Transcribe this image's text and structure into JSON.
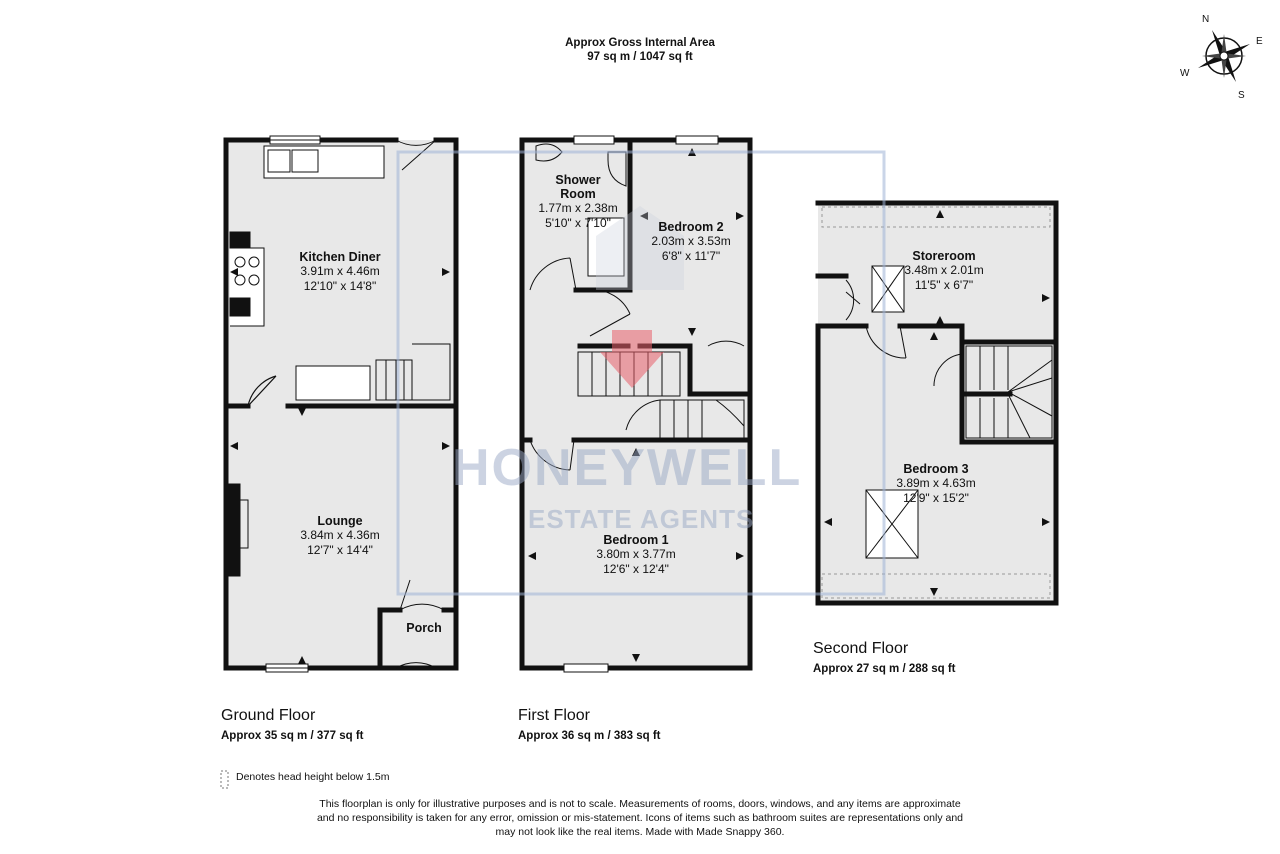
{
  "header": {
    "title": "Approx Gross Internal Area",
    "area": "97 sq m / 1047 sq ft"
  },
  "compass": {
    "n": "N",
    "e": "E",
    "s": "S",
    "w": "W"
  },
  "watermark": {
    "line1": "HONEYWELL",
    "line2": "ESTATE AGENTS"
  },
  "floors": {
    "ground": {
      "name": "Ground Floor",
      "area": "Approx 35 sq m / 377 sq ft",
      "rooms": [
        {
          "name": "Kitchen Diner",
          "metric": "3.91m x 4.46m",
          "imperial": "12'10\" x 14'8\""
        },
        {
          "name": "Lounge",
          "metric": "3.84m x 4.36m",
          "imperial": "12'7\" x 14'4\""
        },
        {
          "name": "Porch",
          "metric": "",
          "imperial": ""
        }
      ]
    },
    "first": {
      "name": "First Floor",
      "area": "Approx 36 sq m / 383 sq ft",
      "rooms": [
        {
          "name": "Shower",
          "name2": "Room",
          "metric": "1.77m x 2.38m",
          "imperial": "5'10\" x 7'10\""
        },
        {
          "name": "Bedroom 2",
          "metric": "2.03m x 3.53m",
          "imperial": "6'8\" x 11'7\""
        },
        {
          "name": "Bedroom 1",
          "metric": "3.80m x 3.77m",
          "imperial": "12'6\" x 12'4\""
        }
      ]
    },
    "second": {
      "name": "Second Floor",
      "area": "Approx 27 sq m / 288 sq ft",
      "rooms": [
        {
          "name": "Storeroom",
          "metric": "3.48m x 2.01m",
          "imperial": "11'5\" x 6'7\""
        },
        {
          "name": "Bedroom 3",
          "metric": "3.89m x 4.63m",
          "imperial": "12'9\" x 15'2\""
        }
      ]
    }
  },
  "legend": {
    "note": "Denotes head height below 1.5m"
  },
  "disclaimer": {
    "line1": "This floorplan is only for illustrative purposes and is not to scale. Measurements of rooms, doors, windows, and any items are approximate",
    "line2": "and no responsibility is taken for any error, omission or mis-statement. Icons of items such as bathroom suites are representations only and",
    "line3": "may not look like the real items. Made with Made Snappy 360."
  }
}
